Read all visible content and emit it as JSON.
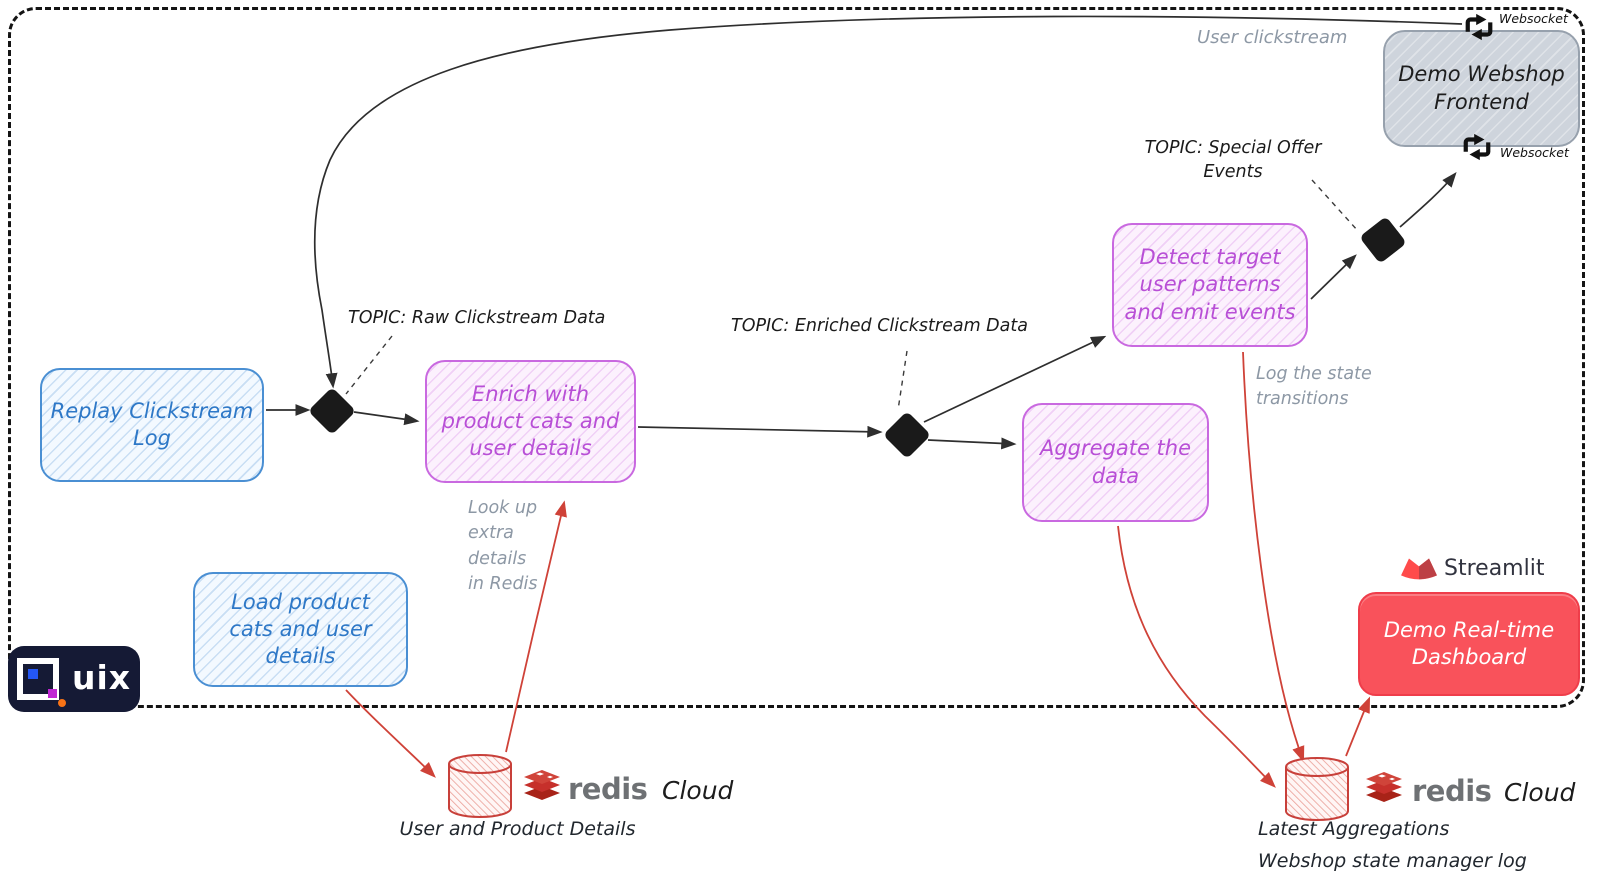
{
  "boxes": {
    "replay": {
      "label": "Replay Clickstream\nLog"
    },
    "load": {
      "label": "Load product\ncats and user\ndetails"
    },
    "enrich": {
      "label": "Enrich with\nproduct cats and\nuser details"
    },
    "aggregate": {
      "label": "Aggregate the\ndata"
    },
    "detect": {
      "label": "Detect target\nuser patterns\nand emit events"
    },
    "webshop": {
      "label": "Demo Webshop\nFrontend"
    },
    "dashboard": {
      "label": "Demo Real-time\nDashboard"
    }
  },
  "topics": {
    "raw": "TOPIC: Raw Clickstream Data",
    "enriched": "TOPIC: Enriched Clickstream Data",
    "special": "TOPIC: Special Offer\nEvents"
  },
  "annotations": {
    "user_clickstream": "User clickstream",
    "websocket_top": "Websocket",
    "websocket_bottom": "Websocket",
    "lookup_redis": "Look up\nextra\ndetails\nin Redis",
    "log_state": "Log the state\ntransitions",
    "user_product_details": "User and Product Details",
    "latest_aggregations": "Latest Aggregations",
    "webshop_state_log": "Webshop state manager log"
  },
  "logos": {
    "quix_letters": "uix",
    "redis_wordmark": "redis",
    "redis_cloud_suffix": "Cloud",
    "streamlit": "Streamlit"
  },
  "icons": {
    "websocket": "websocket-icon",
    "redis_stack": "redis-stack-icon",
    "redis_cylinder": "redis-database-cylinder",
    "streamlit_crown": "streamlit-crown-icon",
    "kafka_topic_diamond": "topic-diamond"
  },
  "colors": {
    "blue_node_border": "#4a8fd3",
    "blue_node_text": "#2e78c7",
    "pink_node_border": "#c969e0",
    "pink_node_text": "#b84fd6",
    "gray_node_fill": "#ced4dc",
    "dashboard_fill": "#f9525b",
    "redis_red": "#c6302b",
    "streamlit_red": "#ff4b4b",
    "quix_navy": "#151a35",
    "annotation_gray": "#8d98a5",
    "arrow_black": "#2e2e2e",
    "arrow_red": "#cf4238"
  }
}
